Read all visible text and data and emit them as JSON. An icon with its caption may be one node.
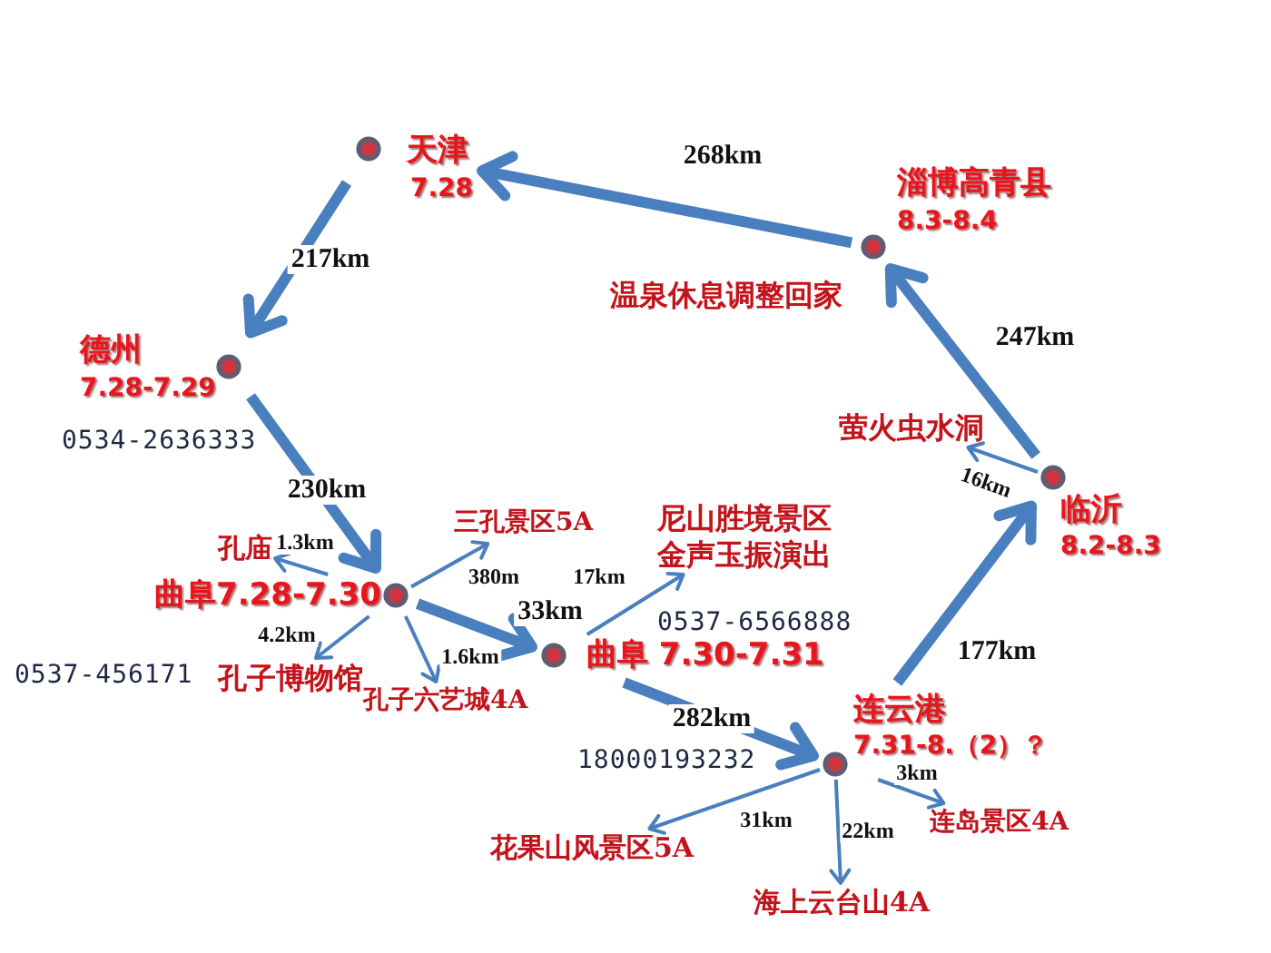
{
  "diagram": {
    "nodes": [
      {
        "text": [
          "天津",
          "7.28"
        ]
      },
      {
        "text": [
          "淄博高青县",
          "8.3-8.4"
        ],
        "beside": [
          "温泉休息调整回家"
        ]
      },
      {
        "text": [
          "德州",
          "7.28-7.29"
        ],
        "beside": [
          "0534-2636333"
        ]
      },
      {
        "text": [
          "萤火虫水洞"
        ]
      },
      {
        "text": [
          "临沂",
          "8.2-8.3"
        ]
      },
      {
        "text": [
          "三孔景区5A"
        ]
      },
      {
        "text": [
          "尼山胜境景区",
          "金声玉振演出"
        ]
      },
      {
        "text": [
          "孔庙"
        ]
      },
      {
        "text": [
          "曲阜7.28-7.30"
        ]
      },
      {
        "text": [
          "曲阜 7.30-7.31"
        ]
      },
      {
        "text": [
          "孔子博物馆"
        ]
      },
      {
        "text": [
          "孔子六艺城4A"
        ]
      },
      {
        "text": [
          "连云港",
          "7.31-8.（2）？"
        ],
        "beside": [
          "18000193232"
        ]
      },
      {
        "text": [
          "连岛景区4A"
        ]
      },
      {
        "text": [
          "花果山风景区5A"
        ]
      },
      {
        "text": [
          "海上云台山4A"
        ]
      }
    ],
    "edges": [
      {
        "from": 1,
        "to": 0,
        "arrow": "to",
        "label": "268km",
        "style": "thick"
      },
      {
        "from": 0,
        "to": 2,
        "arrow": "to",
        "label": "217km",
        "style": "thick"
      },
      {
        "from": 2,
        "to": 8,
        "arrow": "to",
        "label": "230km",
        "style": "thick"
      },
      {
        "from": 8,
        "to": 9,
        "arrow": "to",
        "label": "33km",
        "style": "thick"
      },
      {
        "from": 9,
        "to": 12,
        "arrow": "to",
        "label": "282km",
        "style": "thick"
      },
      {
        "from": 12,
        "to": 4,
        "arrow": "to",
        "label": "177km",
        "style": "thick"
      },
      {
        "from": 4,
        "to": 1,
        "arrow": "to",
        "label": "247km",
        "style": "thick"
      },
      {
        "from": 8,
        "to": 7,
        "arrow": "to",
        "label": "1.3km"
      },
      {
        "from": 8,
        "to": 5,
        "arrow": "to",
        "label": "380m"
      },
      {
        "from": 8,
        "to": 10,
        "arrow": "to",
        "label": "4.2km"
      },
      {
        "from": 8,
        "to": 11,
        "arrow": "to",
        "label": "1.6km"
      },
      {
        "from": 9,
        "to": 6,
        "arrow": "to",
        "label": "17km"
      },
      {
        "from": 12,
        "to": 13,
        "arrow": "to",
        "label": "3km"
      },
      {
        "from": 12,
        "to": 15,
        "arrow": "to",
        "label": "22km"
      },
      {
        "from": 12,
        "to": 14,
        "arrow": "to",
        "label": "31km"
      },
      {
        "from": 4,
        "to": 3,
        "arrow": "to",
        "label": "16km"
      }
    ],
    "labels": [
      "0537-6566888",
      "0537-456171"
    ]
  }
}
